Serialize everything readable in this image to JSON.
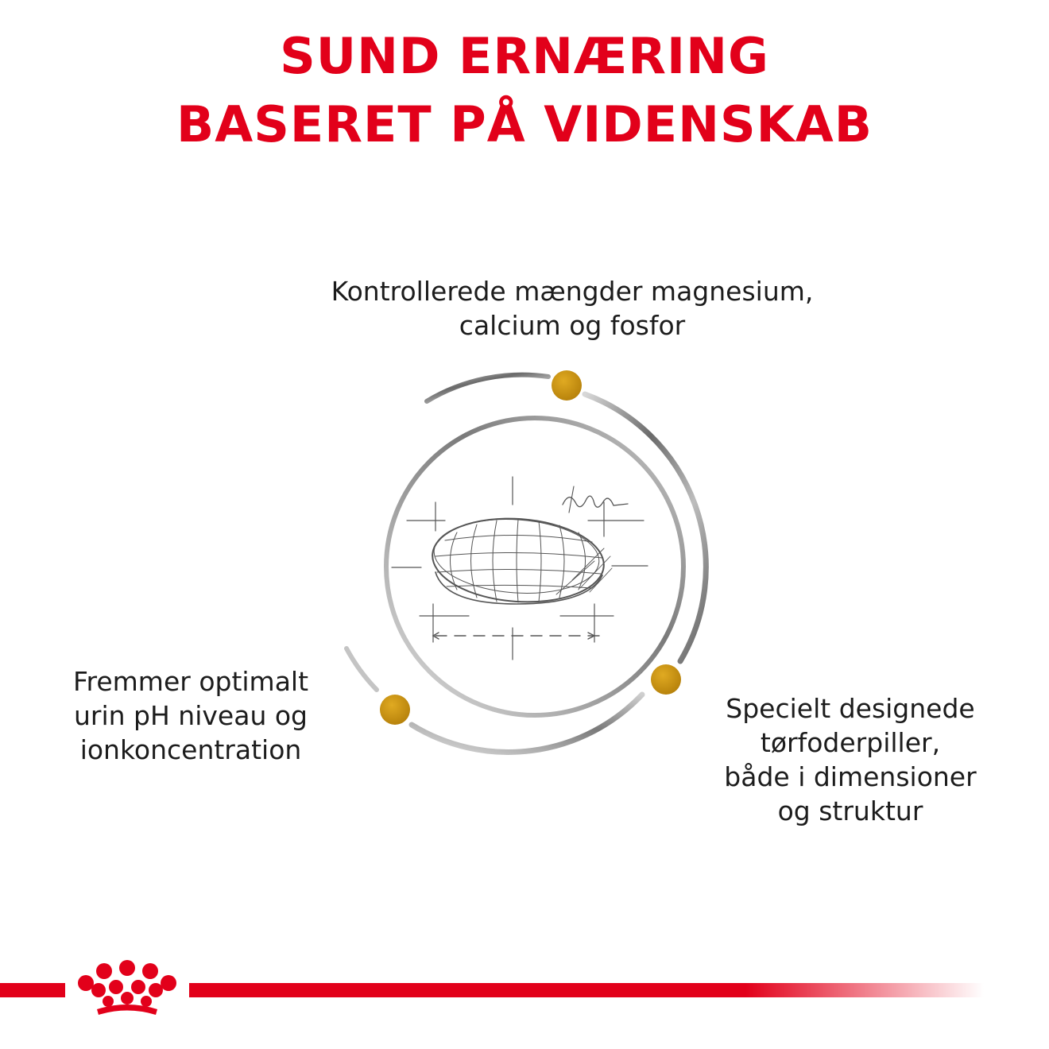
{
  "headline": {
    "line1": "SUND ERNÆRING",
    "line2": "BASERET PÅ VIDENSKAB"
  },
  "features": {
    "top": {
      "line1": "Kontrollerede mængder magnesium,",
      "line2": "calcium og fosfor"
    },
    "left": {
      "line1": "Fremmer optimalt",
      "line2": "urin pH niveau og",
      "line3": "ionkoncentration"
    },
    "right": {
      "line1": "Specielt designede",
      "line2": "tørfoderpiller,",
      "line3": "både i dimensioner",
      "line4": "og struktur"
    }
  },
  "colors": {
    "brand_red": "#e2001a",
    "accent_gold": "#c9920f",
    "text": "#1c1c1c"
  },
  "icons": {
    "center": "kibble-sketch-icon",
    "logo": "crown-logo"
  }
}
